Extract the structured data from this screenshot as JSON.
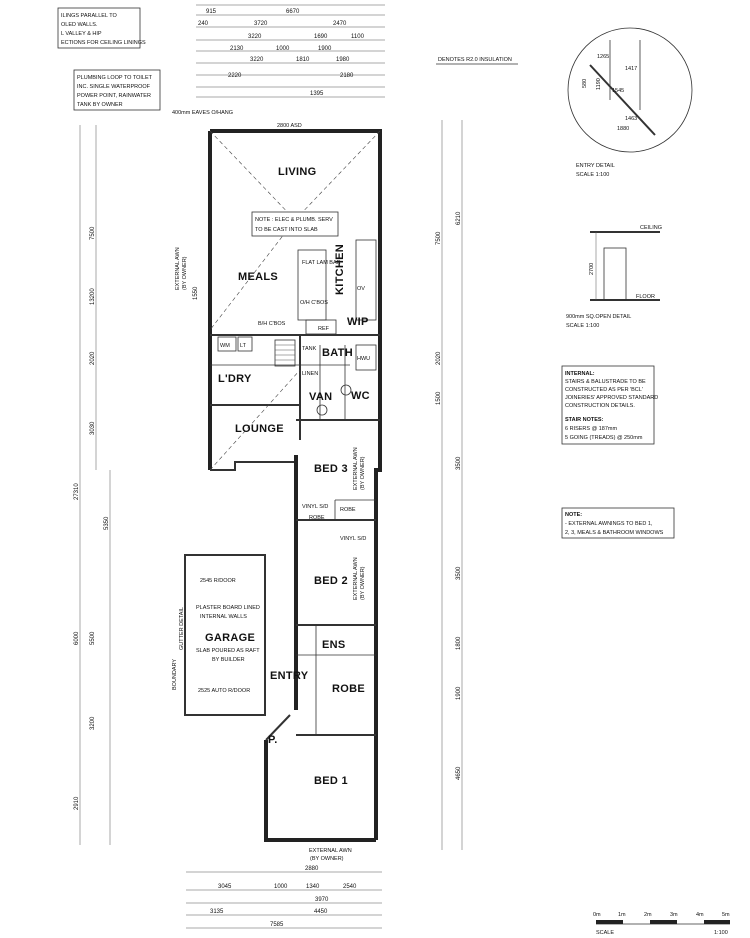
{
  "notes": {
    "top_left": [
      "ILINGS PARALLEL TO",
      "OLED WALLS.",
      "L VALLEY & HIP",
      "ECTIONS FOR CEILING LININGS"
    ],
    "plumbing": [
      "PLUMBING LOOP TO TOILET",
      "INC. SINGLE WATERPROOF",
      "POWER POINT, RAINWATER",
      "TANK BY OWNER"
    ],
    "insulation": "DENOTES R2.0 INSULATION",
    "eaves": "400mm EAVES O/HANG",
    "slab_note": [
      "NOTE : ELEC & PLUMB. SERV",
      "TO BE CAST INTO SLAB"
    ],
    "internal": [
      "INTERNAL:",
      "STAIRS & BALUSTRADE TO BE",
      "CONSTRUCTED AS PER 'BCL'",
      "JOINERIES' APPROVED STANDARD",
      "CONSTRUCTION DETAILS."
    ],
    "stair_title": "STAIR NOTES:",
    "stair": [
      "6 RISERS @ 187mm",
      "5 GOING (TREADS) @ 250mm"
    ],
    "awning_title": "NOTE:",
    "awning": [
      "- EXTERNAL AWNINGS TO BED 1,",
      "2, 3, MEALS & BATHROOM WINDOWS"
    ],
    "entry_detail": [
      "ENTRY DETAIL",
      "SCALE 1:100"
    ],
    "open_detail": [
      "900mm SQ.OPEN DETAIL",
      "SCALE 1:100"
    ],
    "ceiling": "CEILING",
    "floor": "FLOOR",
    "garage_notes": [
      "PLASTER BOARD LINED",
      "INTERNAL WALLS",
      "SLAB POURED AS RAFT",
      "BY BUILDER"
    ],
    "ext_awn": [
      "EXTERNAL AWN",
      "(BY OWNER)"
    ],
    "boundary": "BOUNDARY",
    "gutter": "GUTTER DETAIL",
    "alfresco": "2800 ASD",
    "r_door": "2545 R/DOOR",
    "auto_door": "2525 AUTO R/DOOR"
  },
  "rooms": {
    "living": "LIVING",
    "meals": "MEALS",
    "kitchen": "KITCHEN",
    "wip": "WIP",
    "bath": "BATH",
    "ldry": "L'DRY",
    "van": "VAN",
    "wc": "WC",
    "lounge": "LOUNGE",
    "bed3": "BED 3",
    "bed2": "BED 2",
    "robe": "ROBE",
    "garage": "GARAGE",
    "ens": "ENS",
    "entry": "ENTRY",
    "robe2": "ROBE",
    "bed1": "BED 1",
    "p": "P."
  },
  "fixtures": {
    "flat_lam": "FLAT LAM BAR",
    "oh_bos": "O/H C'BOS",
    "bh_bos": "B/H C'BOS",
    "ref": "REF",
    "tank": "TANK",
    "linen": "LINEN",
    "vinyl_sd": "VINYL S/D",
    "robe_small": "ROBE",
    "wm": "WM",
    "lt": "LT",
    "hwu": "HWU",
    "ov": "OV"
  },
  "dims_top": [
    "6670",
    "3720",
    "2470",
    "240",
    "3220",
    "1690",
    "1100",
    "2130",
    "1000",
    "1900",
    "3220",
    "1810",
    "1980",
    "2220",
    "2180",
    "1395",
    "915"
  ],
  "dims_bottom": [
    "2880",
    "3045",
    "1000",
    "1340",
    "2540",
    "3970",
    "3135",
    "4450",
    "7585"
  ],
  "dims_left": [
    "13200",
    "27310",
    "7500",
    "2020",
    "3030",
    "5350",
    "6000",
    "5500",
    "3200",
    "2910",
    "1550"
  ],
  "dims_right": [
    "7500",
    "6210",
    "2020",
    "3500",
    "3500",
    "1500",
    "1800",
    "1900",
    "4650"
  ],
  "scale": {
    "label": "SCALE",
    "ratio": "1:100",
    "ticks": [
      "0m",
      "1m",
      "2m",
      "3m",
      "4m",
      "5m"
    ]
  },
  "entry_dims": [
    "1265",
    "1417",
    "1545",
    "1190",
    "580",
    "1880",
    "1463"
  ],
  "open_dim": "2700"
}
